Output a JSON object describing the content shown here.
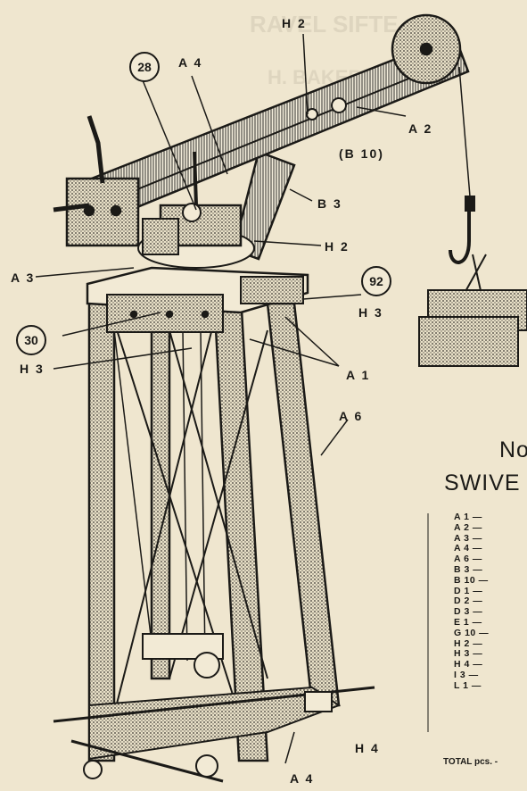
{
  "labels": {
    "h2_top": "H 2",
    "circle_28": "28",
    "a4_top": "A 4",
    "a2": "A 2",
    "b10": "(B 10)",
    "b3": "B 3",
    "h2_mid": "H 2",
    "a3": "A 3",
    "circle_92": "92",
    "h3_right": "H 3",
    "circle_30": "30",
    "h3_left": "H 3",
    "a1": "A 1",
    "a6": "A 6",
    "h4": "H 4",
    "a4_bottom": "A 4"
  },
  "headings": {
    "no": "No",
    "swivel": "SWIVE"
  },
  "parts_list": [
    "A 1  —",
    "A 2  —",
    "A 3  —",
    "A 4  —",
    "A 6  —",
    "B 3  —",
    "B 10 —",
    "D 1  —",
    "D 2  —",
    "D 3  —",
    "E 1  —",
    "G 10 —",
    "H 2  —",
    "H 3  —",
    "H 4  —",
    "I 3  —",
    "L 1  —"
  ],
  "total_label": "TOTAL pcs. -",
  "colors": {
    "ink": "#1b1a17",
    "paper": "#efe6cf",
    "stipple": "#8a8478"
  }
}
